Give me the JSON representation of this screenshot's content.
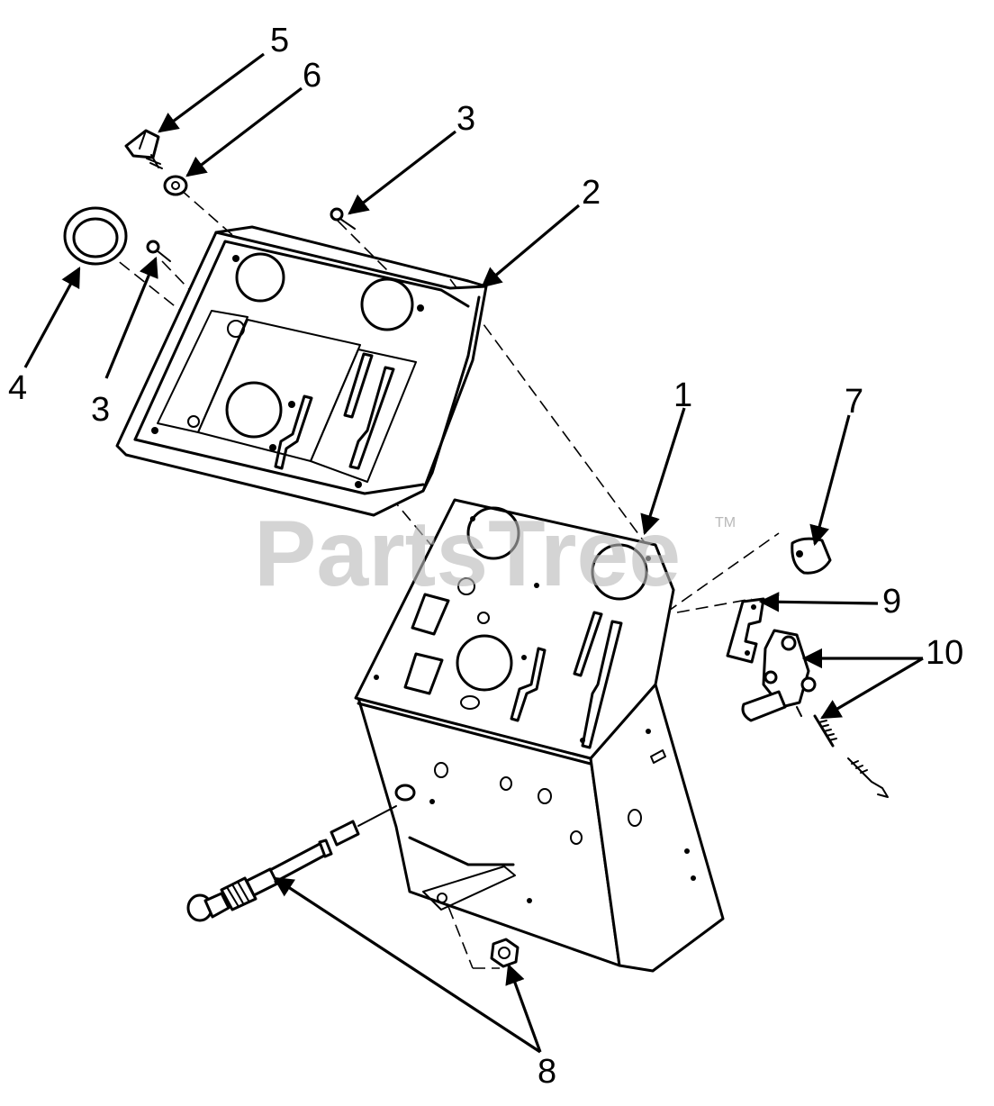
{
  "watermark": {
    "text": "PartsTree",
    "trademark": "TM"
  },
  "callouts": [
    {
      "id": "1",
      "label": "1"
    },
    {
      "id": "2",
      "label": "2"
    },
    {
      "id": "3a",
      "label": "3"
    },
    {
      "id": "3b",
      "label": "3"
    },
    {
      "id": "4",
      "label": "4"
    },
    {
      "id": "5",
      "label": "5"
    },
    {
      "id": "6",
      "label": "6"
    },
    {
      "id": "7",
      "label": "7"
    },
    {
      "id": "8",
      "label": "8"
    },
    {
      "id": "9",
      "label": "9"
    },
    {
      "id": "10",
      "label": "10"
    }
  ]
}
